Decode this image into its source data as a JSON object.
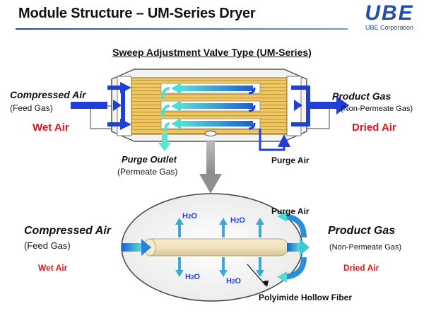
{
  "title": "Module Structure – UM-Series Dryer",
  "logo": {
    "wordmark": "UBE",
    "company": "UBE Corporation",
    "color": "#1f4fa8"
  },
  "subtitle": "Sweep Adjustment Valve Type (UM-Series)",
  "top": {
    "inlet_label": "Compressed Air",
    "inlet_sub": "(Feed Gas)",
    "inlet_state": "Wet Air",
    "outlet_label": "Product Gas",
    "outlet_sub": "(Non-Permeate Gas)",
    "outlet_state": "Dried Air",
    "purge_outlet_label": "Purge Outlet",
    "purge_outlet_sub": "(Permeate Gas)",
    "purge_air_label": "Purge Air"
  },
  "bottom": {
    "inlet_label": "Compressed Air",
    "inlet_sub": "(Feed Gas)",
    "inlet_state": "Wet Air",
    "outlet_label": "Product Gas",
    "outlet_sub": "(Non-Permeate Gas)",
    "outlet_state": "Dried Air",
    "purge_air_label": "Purge Air",
    "fiber_label": "Polyimide  Hollow  Fiber",
    "water_labels": [
      "H2O",
      "H2O",
      "H2O",
      "H2O"
    ]
  },
  "colors": {
    "feed_blue": "#1f3fd6",
    "purge_cyan": "#3ad6d0",
    "fiber_yellow": "#efc866",
    "wet_dry_red": "#e3141b"
  }
}
